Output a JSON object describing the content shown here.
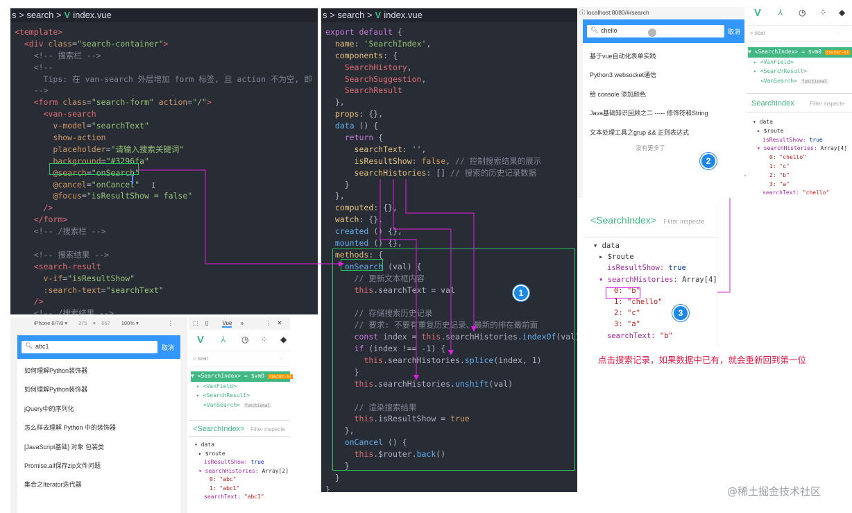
{
  "left_editor": {
    "tab_prefix": "s > search >",
    "tab_file": "index.vue",
    "lines": [
      [
        [
          "tag",
          "<template>"
        ]
      ],
      [
        [
          "",
          "  "
        ],
        [
          "tag",
          "<div "
        ],
        [
          "attr",
          "class"
        ],
        [
          "",
          "="
        ],
        [
          "str",
          "\"search-container\""
        ],
        [
          "tag",
          ">"
        ]
      ],
      [
        [
          "",
          "    "
        ],
        [
          "cm",
          "<!-- 搜索栏 -->"
        ]
      ],
      [
        [
          "",
          "    "
        ],
        [
          "cm",
          "<!--"
        ]
      ],
      [
        [
          "",
          "      "
        ],
        [
          "cm",
          "Tips: 在 van-search 外层增加 form 标签, 且 action 不为空, 即"
        ]
      ],
      [
        [
          "",
          "    "
        ],
        [
          "cm",
          "-->"
        ]
      ],
      [
        [
          "",
          "    "
        ],
        [
          "tag",
          "<form "
        ],
        [
          "attr",
          "class"
        ],
        [
          "",
          "="
        ],
        [
          "str",
          "\"search-form\" "
        ],
        [
          "attr",
          "action"
        ],
        [
          "",
          "="
        ],
        [
          "str",
          "\"/\""
        ],
        [
          "tag",
          ">"
        ]
      ],
      [
        [
          "",
          "      "
        ],
        [
          "tag",
          "<van-search"
        ]
      ],
      [
        [
          "",
          "        "
        ],
        [
          "attr",
          "v-model"
        ],
        [
          "",
          "="
        ],
        [
          "str",
          "\"searchText\""
        ]
      ],
      [
        [
          "",
          "        "
        ],
        [
          "attr",
          "show-action"
        ]
      ],
      [
        [
          "",
          "        "
        ],
        [
          "attr",
          "placeholder"
        ],
        [
          "",
          "="
        ],
        [
          "str",
          "\"请输入搜索关键词\""
        ]
      ],
      [
        [
          "",
          "        "
        ],
        [
          "attr",
          "background"
        ],
        [
          "",
          "="
        ],
        [
          "str",
          "\"#3296fa\""
        ]
      ],
      [
        [
          "",
          "        "
        ],
        [
          "attr",
          "@search"
        ],
        [
          "",
          "="
        ],
        [
          "str",
          "\"onSearch\""
        ]
      ],
      [
        [
          "",
          "        "
        ],
        [
          "attr",
          "@cancel"
        ],
        [
          "",
          "="
        ],
        [
          "str",
          "\"onCancel\""
        ]
      ],
      [
        [
          "",
          "        "
        ],
        [
          "attr",
          "@focus"
        ],
        [
          "",
          "="
        ],
        [
          "str",
          "\"isResultShow = false\""
        ]
      ],
      [
        [
          "",
          "      "
        ],
        [
          "tag",
          "/>"
        ]
      ],
      [
        [
          "",
          "    "
        ],
        [
          "tag",
          "</form>"
        ]
      ],
      [
        [
          "",
          "    "
        ],
        [
          "cm",
          "<!-- /搜索栏 -->"
        ]
      ],
      [
        [
          "",
          ""
        ]
      ],
      [
        [
          "",
          "    "
        ],
        [
          "cm",
          "<!-- 搜索结果 -->"
        ]
      ],
      [
        [
          "",
          "    "
        ],
        [
          "tag",
          "<search-result"
        ]
      ],
      [
        [
          "",
          "      "
        ],
        [
          "attr",
          "v-if"
        ],
        [
          "",
          "="
        ],
        [
          "str",
          "\"isResultShow\""
        ]
      ],
      [
        [
          "",
          "      "
        ],
        [
          "attr",
          ":search-text"
        ],
        [
          "",
          "="
        ],
        [
          "str",
          "\"searchText\""
        ]
      ],
      [
        [
          "",
          "    "
        ],
        [
          "tag",
          "/>"
        ]
      ],
      [
        [
          "",
          "    "
        ],
        [
          "cm",
          "<!-- /搜索结果 -->"
        ]
      ]
    ]
  },
  "right_editor": {
    "tab_prefix": "s > search >",
    "tab_file": "index.vue",
    "lines": [
      [
        [
          "kw",
          "export default "
        ],
        [
          "",
          "{"
        ]
      ],
      [
        [
          "",
          "  "
        ],
        [
          "prop",
          "name"
        ],
        [
          "",
          ": "
        ],
        [
          "str",
          "'SearchIndex'"
        ],
        [
          "",
          ","
        ]
      ],
      [
        [
          "",
          "  "
        ],
        [
          "prop",
          "components"
        ],
        [
          "",
          ": {"
        ]
      ],
      [
        [
          "",
          "    "
        ],
        [
          "tag",
          "SearchHistory"
        ],
        [
          "",
          ","
        ]
      ],
      [
        [
          "",
          "    "
        ],
        [
          "tag",
          "SearchSuggestion"
        ],
        [
          "",
          ","
        ]
      ],
      [
        [
          "",
          "    "
        ],
        [
          "tag",
          "SearchResult"
        ]
      ],
      [
        [
          "",
          "  },"
        ]
      ],
      [
        [
          "",
          "  "
        ],
        [
          "prop",
          "props"
        ],
        [
          "",
          ": {},"
        ]
      ],
      [
        [
          "",
          "  "
        ],
        [
          "fn",
          "data"
        ],
        [
          "",
          " () {"
        ]
      ],
      [
        [
          "",
          "    "
        ],
        [
          "kw",
          "return"
        ],
        [
          "",
          " {"
        ]
      ],
      [
        [
          "",
          "      "
        ],
        [
          "prop",
          "searchText"
        ],
        [
          "",
          ": '',"
        ]
      ],
      [
        [
          "",
          "      "
        ],
        [
          "prop",
          "isResultShow"
        ],
        [
          "",
          ": "
        ],
        [
          "num",
          "false"
        ],
        [
          "",
          ", "
        ],
        [
          "cm",
          "// 控制搜索结果的展示"
        ]
      ],
      [
        [
          "",
          "      "
        ],
        [
          "prop",
          "searchHistories"
        ],
        [
          "",
          ": [] "
        ],
        [
          "cm",
          "// 搜索的历史记录数据"
        ]
      ],
      [
        [
          "",
          "    }"
        ]
      ],
      [
        [
          "",
          "  },"
        ]
      ],
      [
        [
          "",
          "  "
        ],
        [
          "prop",
          "computed"
        ],
        [
          "",
          ": {},"
        ]
      ],
      [
        [
          "",
          "  "
        ],
        [
          "prop",
          "watch"
        ],
        [
          "",
          ": {},"
        ]
      ],
      [
        [
          "",
          "  "
        ],
        [
          "fn",
          "created"
        ],
        [
          "",
          " () {},"
        ]
      ],
      [
        [
          "",
          "  "
        ],
        [
          "fn",
          "mounted"
        ],
        [
          "",
          " () {},"
        ]
      ],
      [
        [
          "",
          "  "
        ],
        [
          "prop",
          "methods"
        ],
        [
          "",
          ": {"
        ]
      ],
      [
        [
          "",
          "    "
        ],
        [
          "fn",
          "onSearch"
        ],
        [
          "",
          " (val) {"
        ]
      ],
      [
        [
          "",
          "      "
        ],
        [
          "cm",
          "// 更新文本框内容"
        ]
      ],
      [
        [
          "",
          "      "
        ],
        [
          "tag",
          "this"
        ],
        [
          "",
          ".searchText = val"
        ]
      ],
      [
        [
          "",
          ""
        ]
      ],
      [
        [
          "",
          "      "
        ],
        [
          "cm",
          "// 存储搜索历史记录"
        ]
      ],
      [
        [
          "",
          "      "
        ],
        [
          "cm",
          "// 要求: 不要有重复历史记录、最新的排在最前面"
        ]
      ],
      [
        [
          "",
          "      "
        ],
        [
          "kw",
          "const "
        ],
        [
          "",
          "index = "
        ],
        [
          "tag",
          "this"
        ],
        [
          "",
          ".searchHistories."
        ],
        [
          "fn",
          "indexOf"
        ],
        [
          "",
          "(val)"
        ]
      ],
      [
        [
          "",
          "      "
        ],
        [
          "kw",
          "if"
        ],
        [
          "",
          " (index !== -1) {"
        ]
      ],
      [
        [
          "",
          "        "
        ],
        [
          "tag",
          "this"
        ],
        [
          "",
          ".searchHistories."
        ],
        [
          "fn",
          "splice"
        ],
        [
          "",
          "(index, 1)"
        ]
      ],
      [
        [
          "",
          "      }"
        ]
      ],
      [
        [
          "",
          "      "
        ],
        [
          "tag",
          "this"
        ],
        [
          "",
          ".searchHistories."
        ],
        [
          "fn",
          "unshift"
        ],
        [
          "",
          "(val)"
        ]
      ],
      [
        [
          "",
          ""
        ]
      ],
      [
        [
          "",
          "      "
        ],
        [
          "cm",
          "// 渲染搜索结果"
        ]
      ],
      [
        [
          "",
          "      "
        ],
        [
          "tag",
          "this"
        ],
        [
          "",
          ".isResultShow = "
        ],
        [
          "num",
          "true"
        ]
      ],
      [
        [
          "",
          "    },"
        ]
      ],
      [
        [
          "",
          "    "
        ],
        [
          "fn",
          "onCancel"
        ],
        [
          "",
          " () {"
        ]
      ],
      [
        [
          "",
          "      "
        ],
        [
          "tag",
          "this"
        ],
        [
          "",
          ".$router."
        ],
        [
          "fn",
          "back"
        ],
        [
          "",
          "()"
        ]
      ],
      [
        [
          "",
          "    }"
        ]
      ],
      [
        [
          "",
          "  }"
        ]
      ],
      [
        [
          "",
          "}"
        ]
      ]
    ]
  },
  "bottom_left_phone": {
    "device": "iPhone 6/7/8 ▾",
    "width": "375",
    "times": "×",
    "height": "667",
    "zoom": "100% ▾",
    "search_value": "abc1",
    "cancel_label": "取消",
    "items": [
      "如何理解Python装饰器",
      "如何理解Python装饰器",
      "jQuery中的序列化",
      "怎么样去理解 Python 中的装饰器",
      "[JavaScript基础] 对象 包装类",
      "Promise.all保存zip文件问题",
      "集合之Iterator迭代器"
    ]
  },
  "bottom_left_devtools": {
    "tab_vue": "Vue",
    "tab_more": "»",
    "filter_placeholder": "sear",
    "tree": [
      "▼ <SearchIndex> = $vm0",
      "▸ <VanField>",
      "▸ <SearchResult>",
      "<VanSearch>"
    ],
    "badge_router": "router-vi",
    "badge_functional": "functional",
    "inspect_title": "<SearchIndex>",
    "inspect_filter": "Filter inspecte",
    "data_header": "▾ data",
    "route": "▸ $route",
    "isResultShow_key": "isResultShow:",
    "isResultShow_val": "true",
    "histories_key": "▾ searchHistories:",
    "histories_val": "Array[2]",
    "h0": "0: \"abc\"",
    "h1": "1: \"abc1\"",
    "searchText_key": "searchText:",
    "searchText_val": "\"abc1\""
  },
  "top_right_phone": {
    "url": "localhost:8080/#/search",
    "search_value": "chello",
    "cancel_label": "取消",
    "items": [
      "基于vue自动化表单实践",
      "Python3 websocket通信",
      "给 console 添加颜色",
      "Java基础知识回顾之二 ----- 修饰符和String",
      "文本处理工具之grup && 正则表达式"
    ],
    "no_more": "没有更多了"
  },
  "top_right_devtools": {
    "filter_placeholder": "sear",
    "tree": [
      "▼ <SearchIndex> = $vm0",
      "▸ <VanField>",
      "▸ <SearchResult>",
      "<VanSearch>"
    ],
    "badge_router": "router-vi",
    "badge_functional": "functional",
    "inspect_title": "SearchIndex",
    "inspect_filter": "Filter inspecte",
    "data_header": "▾ data",
    "route": "▸ $route",
    "isResultShow_key": "isResultShow:",
    "isResultShow_val": "true",
    "histories_key": "▾ searchHistories:",
    "histories_val": "Array[4]",
    "h0": "0: \"chello\"",
    "h1": "1: \"c\"",
    "h2": "2: \"b\"",
    "h3": "3: \"a\"",
    "searchText_key": "searchText:",
    "searchText_val": "\"chello\""
  },
  "zoom_panel": {
    "inspect_title": "<SearchIndex>",
    "inspect_filter": "Filter inspecte",
    "data_header": "▾ data",
    "route": "▸ $route",
    "isResultShow_key": "isResultShow:",
    "isResultShow_val": "true",
    "histories_key": "▾ searchHistories:",
    "histories_val": "Array[4]",
    "h0": "0: \"b\"",
    "h1": "1: \"chello\"",
    "h2": "2: \"c\"",
    "h3": "3: \"a\"",
    "searchText_key": "searchText:",
    "searchText_val": "\"b\""
  },
  "badges": {
    "b1": "1",
    "b2": "2",
    "b3": "3"
  },
  "annotation": "点击搜索记录，如果数据中已有，就会重新回到第一位",
  "watermark": "@稀土掘金技术社区",
  "colors": {
    "accent_blue": "#3296fa",
    "highlight_green": "#22c55e",
    "arrow_magenta": "#e11fe1",
    "annotation_red": "#e11d48"
  }
}
